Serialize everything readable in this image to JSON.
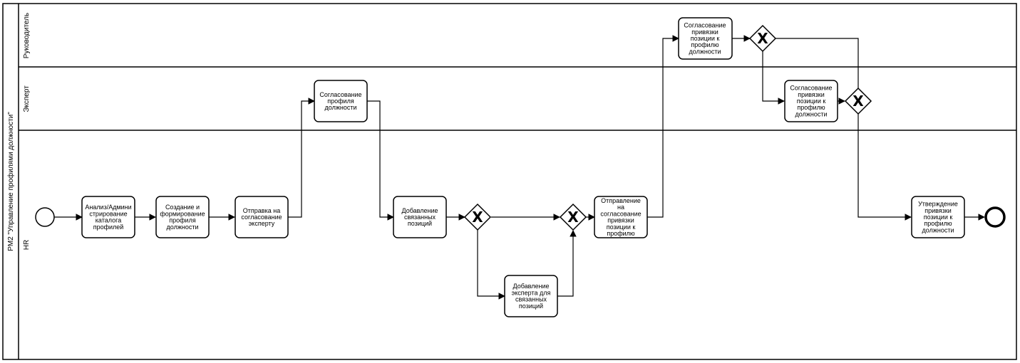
{
  "pool": {
    "label": "PM2 \"Управление профилями должности\""
  },
  "lanes": [
    {
      "id": "lane-rukovoditel",
      "label": "Руководитель"
    },
    {
      "id": "lane-ekspert",
      "label": "Эксперт"
    },
    {
      "id": "lane-hr",
      "label": "HR"
    }
  ],
  "tasks": [
    {
      "id": "t1",
      "lines": [
        "Анализ/Админи",
        "стрирование",
        "каталога",
        "профилей"
      ]
    },
    {
      "id": "t2",
      "lines": [
        "Создание и",
        "формирование",
        "профиля",
        "должности"
      ]
    },
    {
      "id": "t3",
      "lines": [
        "Отправка на",
        "согласование",
        "эксперту"
      ]
    },
    {
      "id": "t4",
      "lines": [
        "Согласование",
        "профиля",
        "должности"
      ]
    },
    {
      "id": "t5",
      "lines": [
        "Добавление",
        "связанных",
        "позиций"
      ]
    },
    {
      "id": "t6",
      "lines": [
        "Добавление",
        "эксперта для",
        "связанных",
        "позиций"
      ]
    },
    {
      "id": "t7",
      "lines": [
        "Отправление",
        "на",
        "согласование",
        "привязки",
        "позиции к",
        "профилю"
      ]
    },
    {
      "id": "t8",
      "lines": [
        "Согласование",
        "привязки",
        "позиции к",
        "профилю",
        "должности"
      ]
    },
    {
      "id": "t9",
      "lines": [
        "Согласование",
        "привязки",
        "позиции к",
        "профилю",
        "должности"
      ]
    },
    {
      "id": "t10",
      "lines": [
        "Утверждение",
        "привязки",
        "позиции к",
        "профилю",
        "должности"
      ]
    }
  ],
  "gateway_symbol": "X"
}
